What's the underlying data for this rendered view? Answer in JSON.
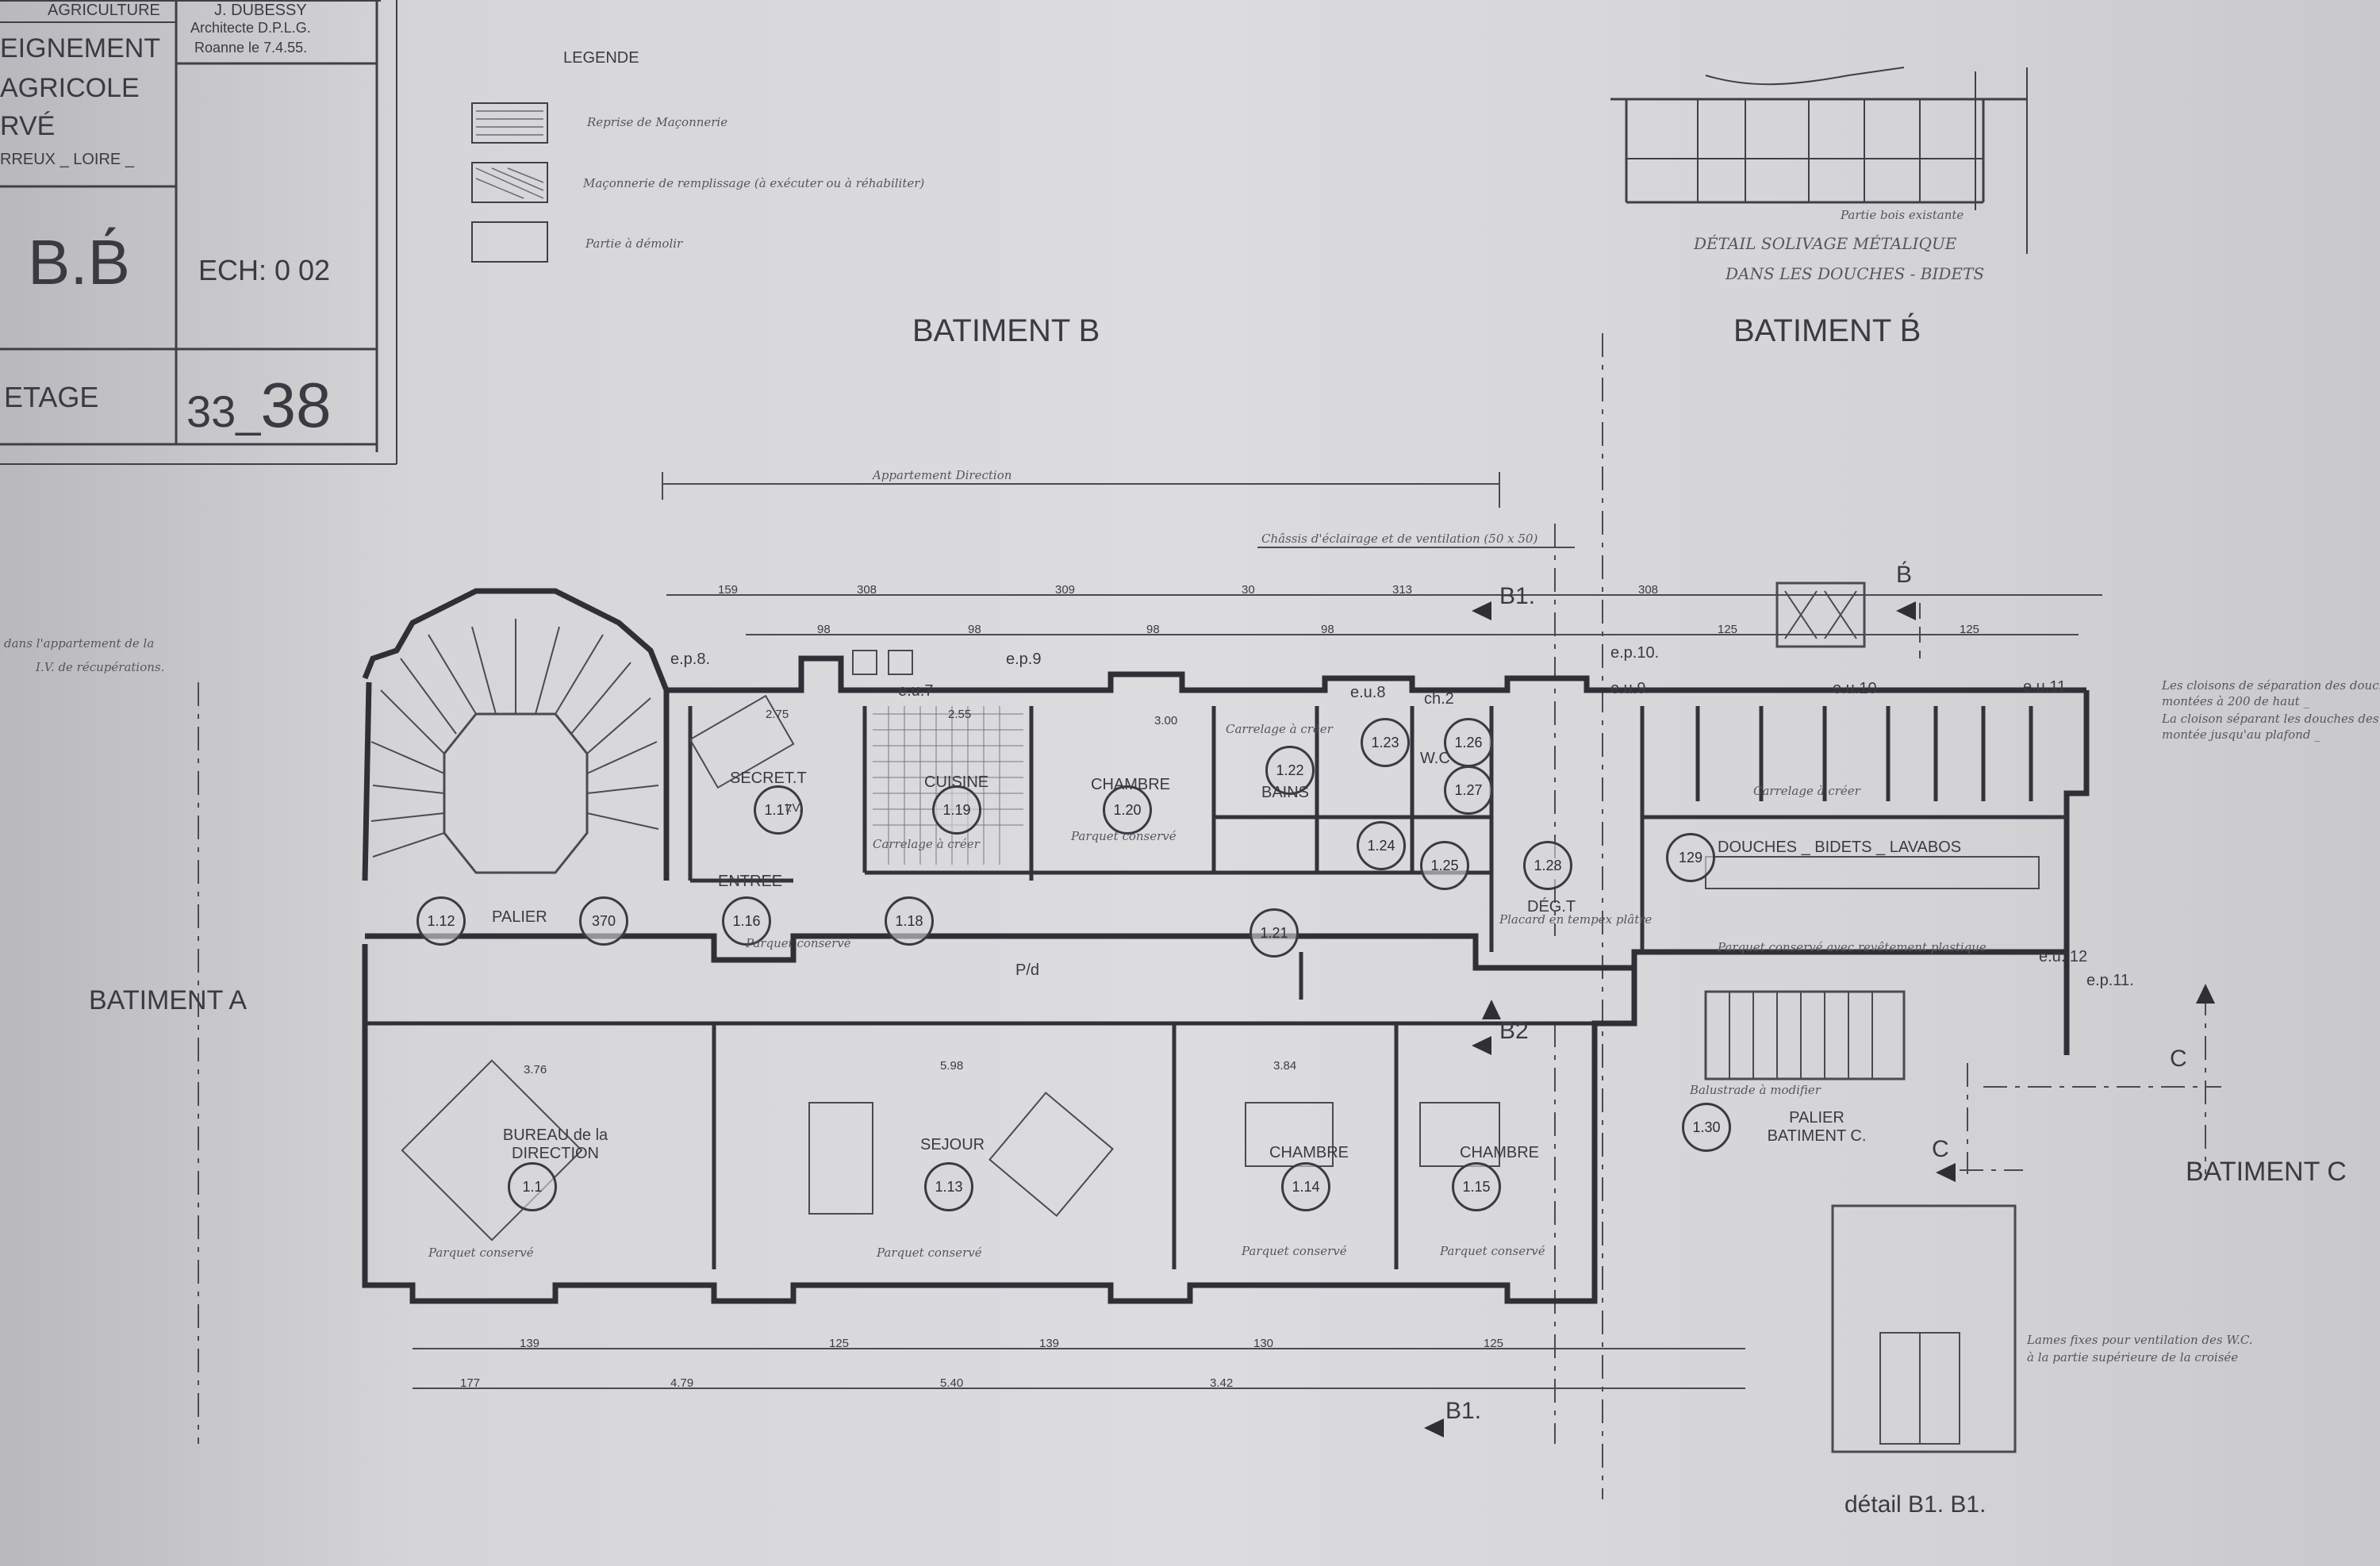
{
  "title_block": {
    "agriculture": "AGRICULTURE",
    "ministry_line1": "EIGNEMENT",
    "ministry_line2": "AGRICOLE",
    "ministry_line3": "RVÉ",
    "ministry_line4": "RREUX _ LOIRE _",
    "architect_name": "J. DUBESSY",
    "architect_title": "Architecte D.P.L.G.",
    "architect_date": "Roanne le 7.4.55.",
    "section": "B.B́",
    "scale": "ECH: 0 02",
    "floor": "ETAGE",
    "sheet_number_a": "33",
    "sheet_number_sep": "_",
    "sheet_number_b": "38"
  },
  "legend": {
    "title": "LEGENDE",
    "items": [
      {
        "label": "Reprise de Maçonnerie"
      },
      {
        "label": "Maçonnerie de remplissage (à exécuter ou à réhabiliter)"
      },
      {
        "label": "Partie à démolir"
      }
    ]
  },
  "headers": {
    "batiment_b": "BATIMENT B",
    "batiment_b_prime": "BATIMENT B́",
    "batiment_a": "BATIMENT A",
    "batiment_c": "BATIMENT C",
    "appartement": "Appartement Direction",
    "chassis": "Châssis d'éclairage et de ventilation (50 x 50)"
  },
  "detail_top": {
    "label_small": "Partie bois existante",
    "title_line1": "DÉTAIL SOLIVAGE MÉTALIQUE",
    "title_line2": "DANS LES DOUCHES - BIDETS"
  },
  "notes": {
    "right_line1": "Les cloisons de séparation des douches",
    "right_line2": "montées à 200 de haut _",
    "right_line3": "La cloison séparant les douches des bidets",
    "right_line4": "montée jusqu'au plafond _",
    "left_line1": "dans l'appartement de la",
    "left_line2": "I.V. de récupérations.",
    "bottom_line1": "Lames fixes pour ventilation des W.C.",
    "bottom_line2": "à la partie supérieure de la croisée"
  },
  "detail_bottom": {
    "title": "détail B1. B1."
  },
  "rooms": [
    {
      "number": "1.12",
      "name": "PALIER"
    },
    {
      "number": "370",
      "name": ""
    },
    {
      "number": "1.16",
      "name": "ENTREE"
    },
    {
      "number": "1.17",
      "name": "SECRET.T"
    },
    {
      "number": "1.19",
      "name": "CUISINE"
    },
    {
      "number": "1.18",
      "name": ""
    },
    {
      "number": "1.20",
      "name": "CHAMBRE"
    },
    {
      "number": "1.22",
      "name": "BAINS"
    },
    {
      "number": "1.23",
      "name": ""
    },
    {
      "number": "1.26",
      "name": "W.C"
    },
    {
      "number": "1.27",
      "name": ""
    },
    {
      "number": "1.21",
      "name": ""
    },
    {
      "number": "1.24",
      "name": ""
    },
    {
      "number": "1.25",
      "name": ""
    },
    {
      "number": "1.28",
      "name": "DÉG.T"
    },
    {
      "number": "129",
      "name": "DOUCHES _ BIDETS _ LAVABOS"
    },
    {
      "number": "1.1",
      "name": "BUREAU de la DIRECTION"
    },
    {
      "number": "1.13",
      "name": "SEJOUR"
    },
    {
      "number": "1.14",
      "name": "CHAMBRE"
    },
    {
      "number": "1.15",
      "name": "CHAMBRE"
    },
    {
      "number": "1.30",
      "name": "PALIER BATIMENT C."
    }
  ],
  "plan_notes": {
    "parquet": "Parquet conservé",
    "carrelage": "Carrelage à créer",
    "parquet_revet": "Parquet conservé avec revêtement plastique",
    "balustrade": "Balustrade à modifier",
    "placard": "Placard en tempex plâtre",
    "pjd": "P/d",
    "iv": "I.V."
  },
  "markers": {
    "ep8": "e.p.8.",
    "ep9": "e.p.9",
    "eu7": "e.u.7",
    "eu8": "e.u.8",
    "ch2": "ch.2",
    "ep10": "e.p.10.",
    "eu9": "e.u.9",
    "eu10": "e.u.10",
    "eu11": "e.u.11",
    "eu12": "e.u. 12",
    "ep11": "e.p.11.",
    "b1": "B1.",
    "b2": "B2",
    "bprime": "B́",
    "c": "C"
  },
  "dimensions": {
    "top": [
      "159",
      "308",
      "309",
      "30",
      "313",
      "308"
    ],
    "top2": [
      "98",
      "98",
      "98",
      "98",
      "125",
      "125"
    ],
    "bottom": [
      "177",
      "4.79",
      "5.40",
      "3.42"
    ],
    "bottom2": [
      "139",
      "125",
      "139",
      "130",
      "125"
    ],
    "mid": [
      "5.98",
      "3.84",
      "3.76",
      "3.00",
      "2.75",
      "2.55"
    ]
  }
}
